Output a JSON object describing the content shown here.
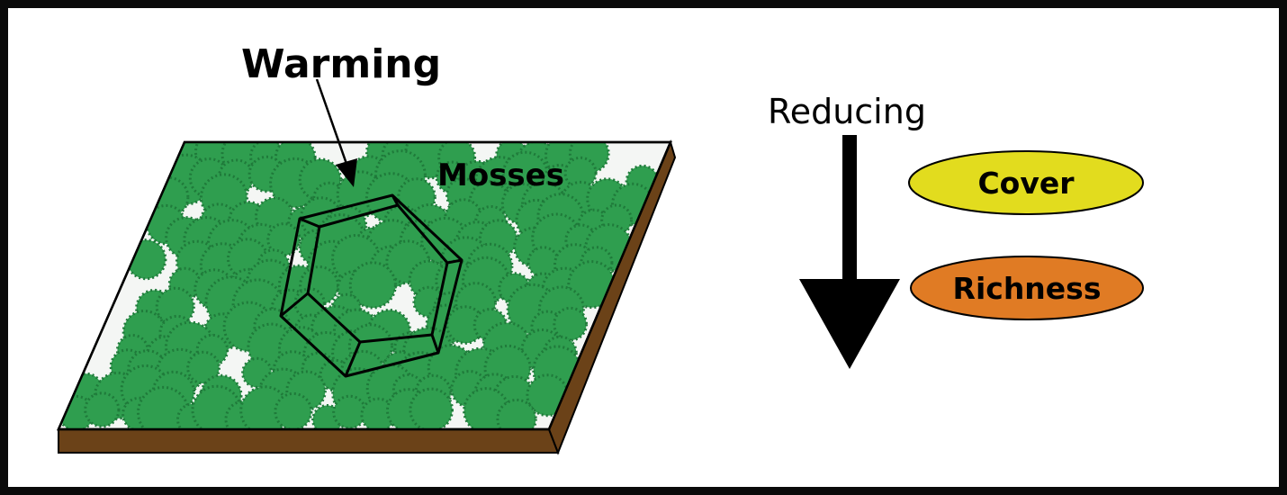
{
  "labels": {
    "warming": "Warming",
    "mosses": "Mosses",
    "reducing": "Reducing",
    "cover": "Cover",
    "richness": "Richness"
  },
  "colors": {
    "moss": "#2f9e4f",
    "moss_dark": "#1f7a3a",
    "soil": "#6b4218",
    "plot_surface": "#f4f6f4",
    "cover_fill": "#e2dc1e",
    "richness_fill": "#e07b24",
    "outline": "#000000"
  },
  "icons": {
    "chamber": "hexagonal-open-top-chamber",
    "down_arrow": "large-down-arrow"
  }
}
